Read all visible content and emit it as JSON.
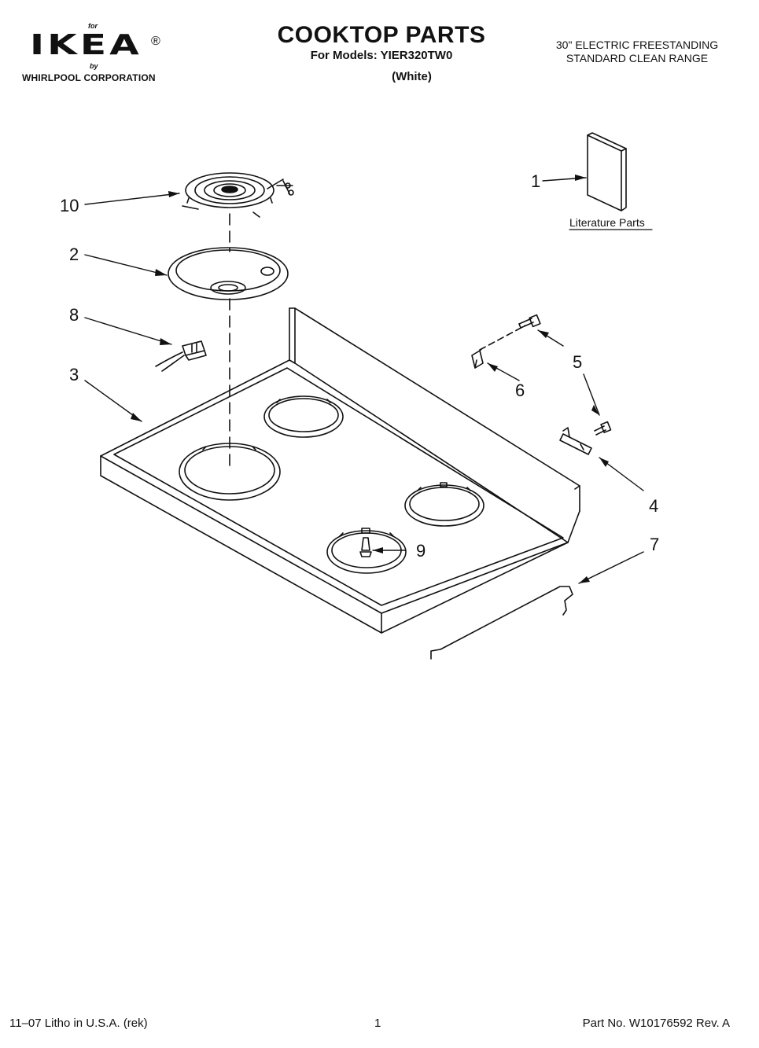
{
  "header": {
    "brand_for": "for",
    "brand_logo": "IKEA",
    "brand_registered": "®",
    "brand_by": "by",
    "brand_corp": "WHIRLPOOL CORPORATION",
    "title": "COOKTOP PARTS",
    "models": "For Models: YIER320TW0",
    "color": "(White)",
    "range_line1": "30\" ELECTRIC FREESTANDING",
    "range_line2": "STANDARD CLEAN RANGE"
  },
  "diagram": {
    "callouts": {
      "c1": "1",
      "c2": "2",
      "c3": "3",
      "c4": "4",
      "c5": "5",
      "c6": "6",
      "c7": "7",
      "c8": "8",
      "c9": "9",
      "c10": "10"
    },
    "literature_label": "Literature Parts"
  },
  "footer": {
    "litho": "11–07 Litho in U.S.A. (rek)",
    "page": "1",
    "part_no": "Part No. W10176592 Rev. A"
  }
}
